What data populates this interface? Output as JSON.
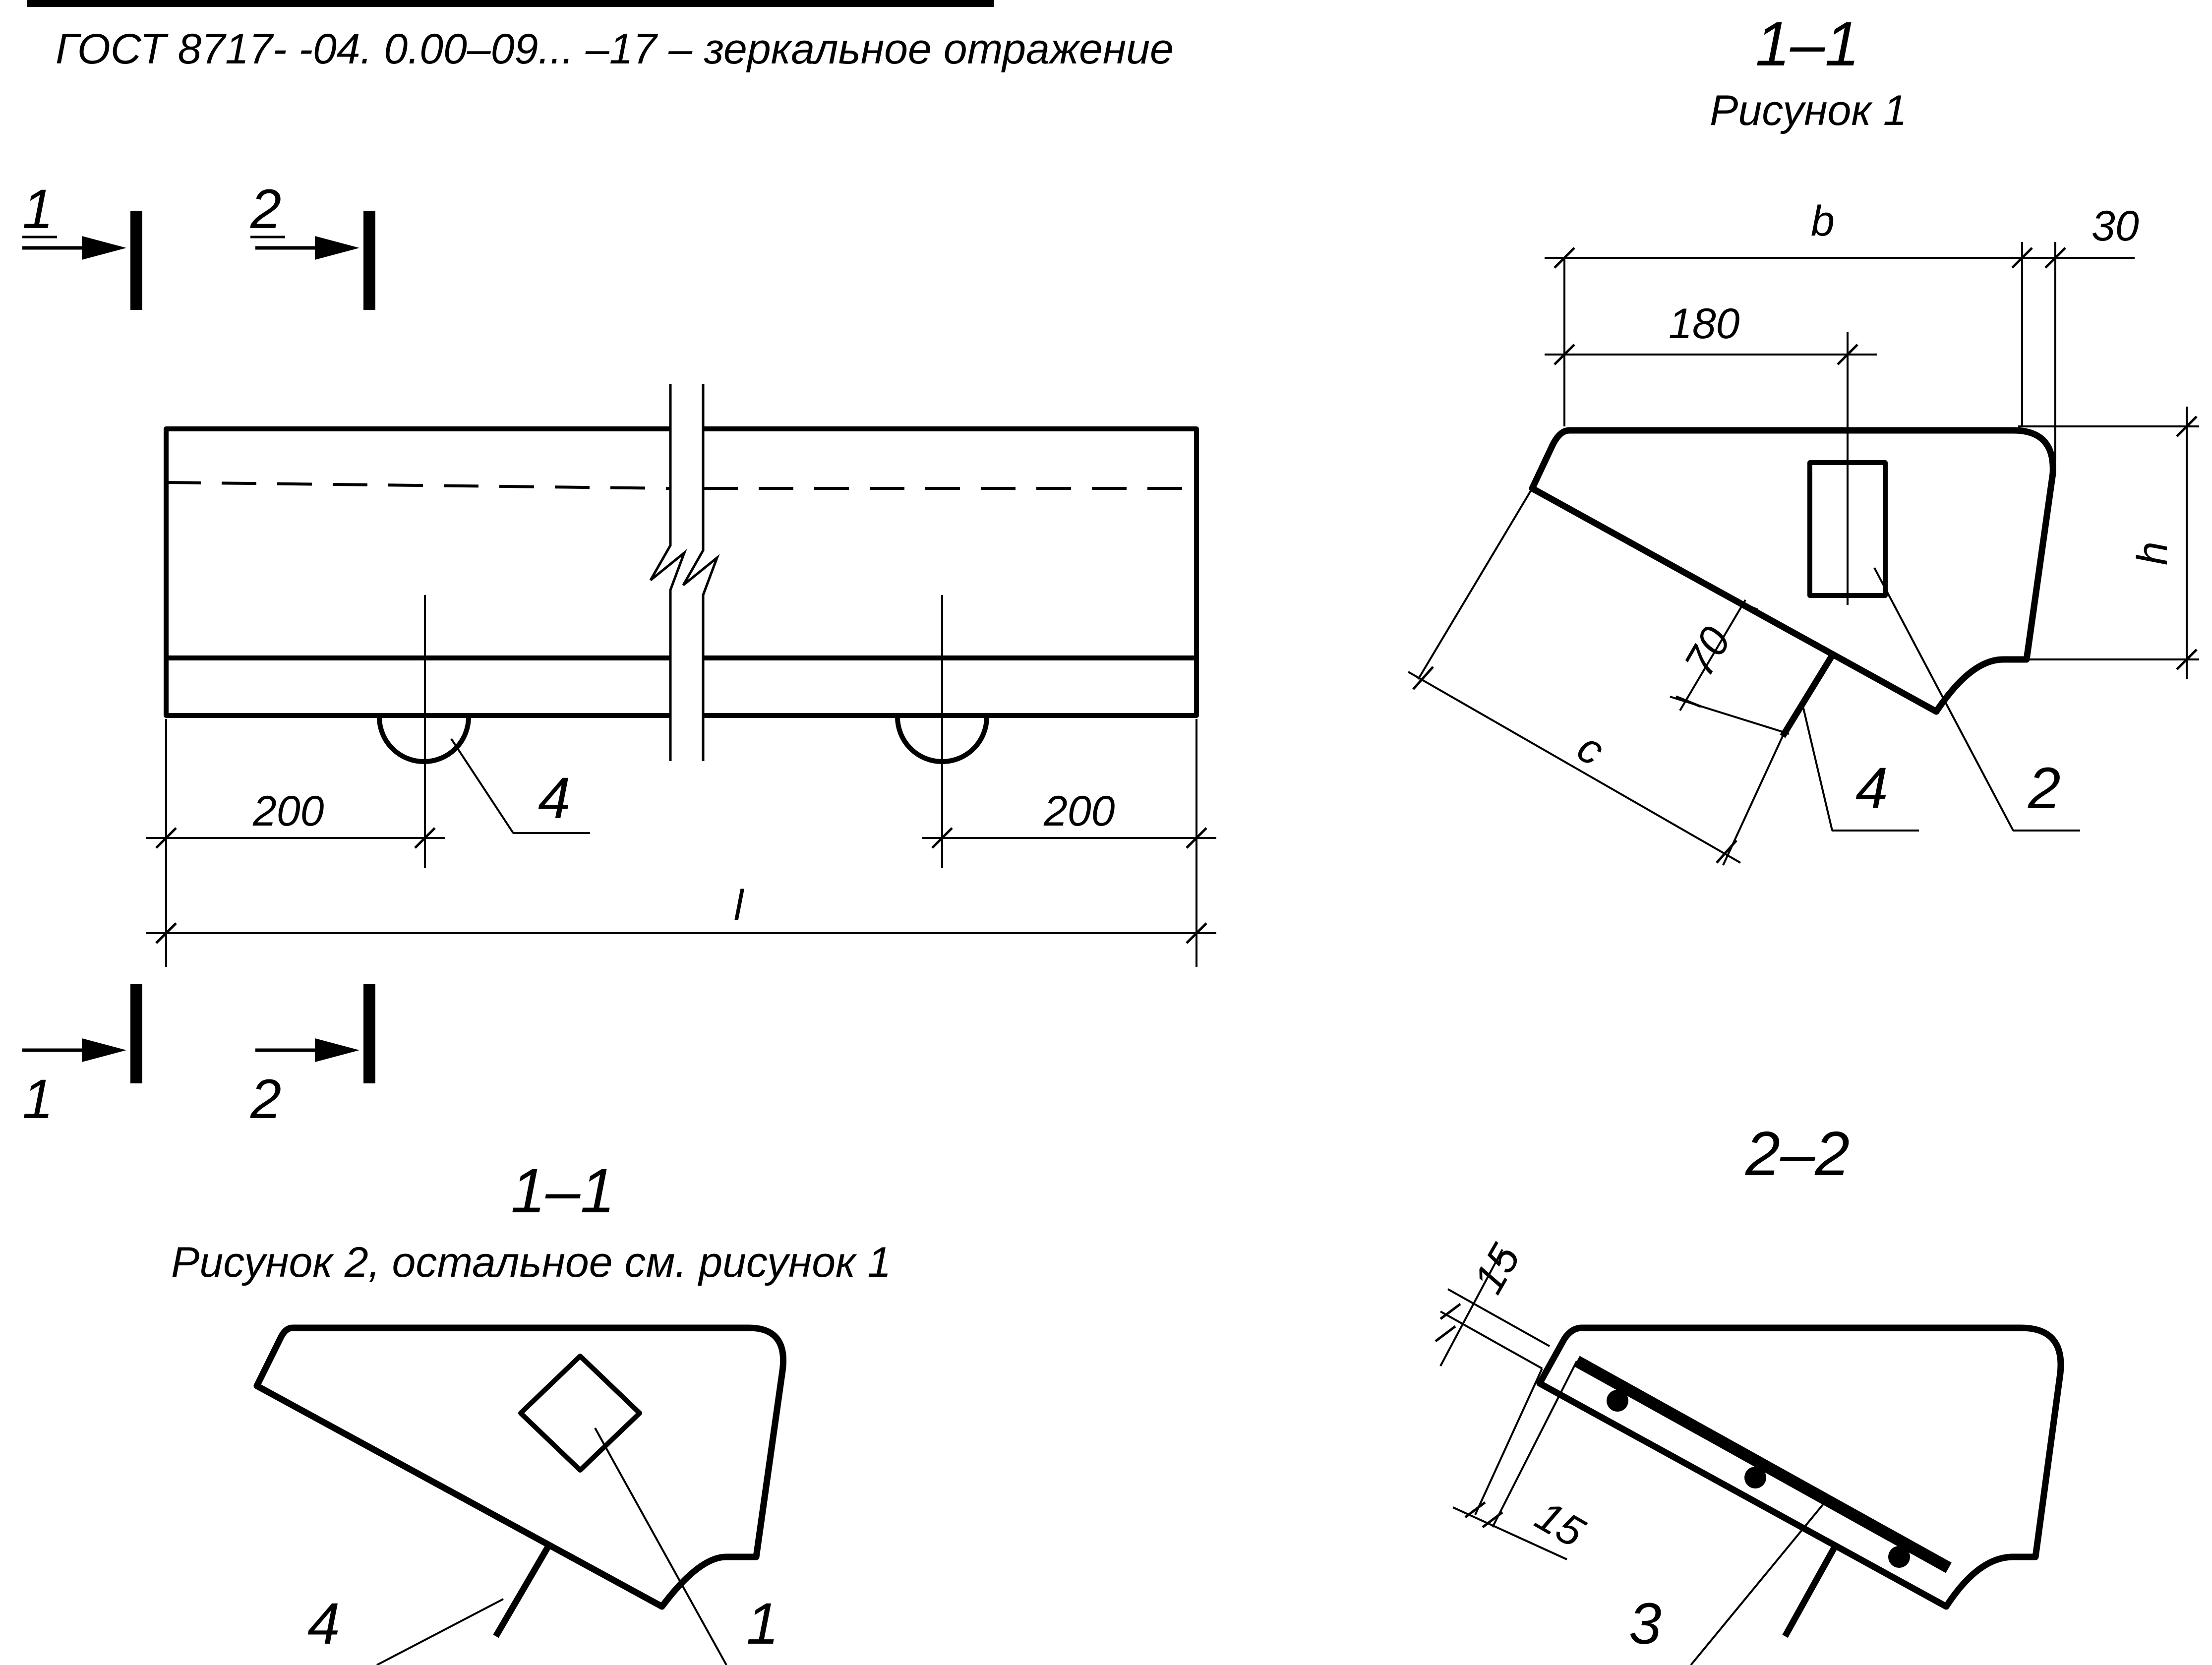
{
  "header": {
    "designation_line": "ГОСТ 8717-  -04. 0.00–09... –17 – зеркальное отражение"
  },
  "elevation_view": {
    "section_mark_1": "1",
    "section_mark_2": "2",
    "dim_left_offset": "200",
    "dim_right_offset": "200",
    "dim_length": "l",
    "callout_4": "4"
  },
  "section_fig1": {
    "title": "1–1",
    "caption": "Рисунок 1",
    "dim_b": "b",
    "dim_30": "30",
    "dim_180": "180",
    "dim_h": "h",
    "dim_70": "70",
    "dim_c": "c",
    "callout_4": "4",
    "callout_2": "2"
  },
  "section_fig2": {
    "title": "1–1",
    "caption": "Рисунок 2, остальное см. рисунок 1",
    "callout_4": "4",
    "callout_1": "1"
  },
  "section_2_2": {
    "title": "2–2",
    "dim_15_top": "15",
    "dim_15_bottom": "15",
    "callout_3": "3"
  },
  "colors": {
    "ink": "#000000",
    "paper": "#ffffff"
  }
}
